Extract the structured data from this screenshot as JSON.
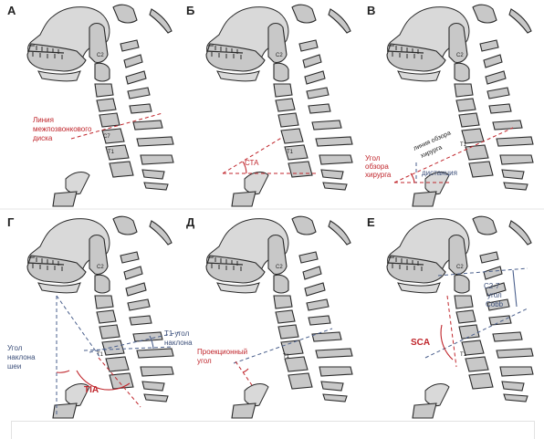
{
  "panels": [
    {
      "letter": "А",
      "labels": [
        "Линия",
        "межпозвонкового",
        "диска"
      ]
    },
    {
      "letter": "Б",
      "labels": [
        "СТА"
      ]
    },
    {
      "letter": "В",
      "labels": [
        "Угол",
        "обзора",
        "хирурга",
        "линия обзора",
        "хирурга",
        "дистанция"
      ]
    },
    {
      "letter": "Г",
      "labels": [
        "T1 угол",
        "наклона",
        "Угол",
        "наклона",
        "шеи",
        "TIA",
        "Проекционный",
        "угол"
      ]
    },
    {
      "letter": "Д",
      "labels": []
    },
    {
      "letter": "Е",
      "labels": [
        "C2-7",
        "угол",
        "Cobb",
        "SCA"
      ]
    }
  ],
  "vertebra_labels": {
    "c2": "C2",
    "c7": "C7",
    "t1": "T1"
  },
  "colors": {
    "accent_red": "#c0262c",
    "accent_blue": "#4a5f8c",
    "bone": "#c8c8c8"
  }
}
